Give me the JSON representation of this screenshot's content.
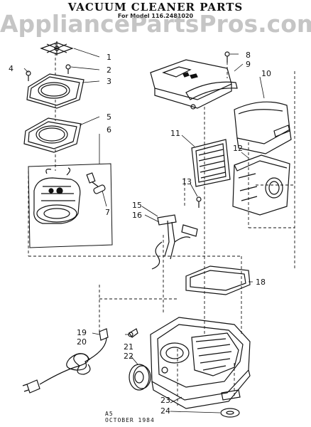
{
  "diagram": {
    "title": "VACUUM CLEANER PARTS",
    "subtitle": "For Model 116.2481020",
    "watermark": "AppliancePartsPros.com",
    "footer": [
      "A5",
      "OCTOBER 1984"
    ],
    "callouts": [
      "1",
      "2",
      "3",
      "4",
      "5",
      "6",
      "7",
      "8",
      "9",
      "10",
      "11",
      "12",
      "13",
      "15",
      "16",
      "18",
      "19",
      "20",
      "21",
      "22",
      "23",
      "24"
    ]
  },
  "colors": {
    "ink": "#111111",
    "watermark": "#969696",
    "background": "#ffffff"
  }
}
